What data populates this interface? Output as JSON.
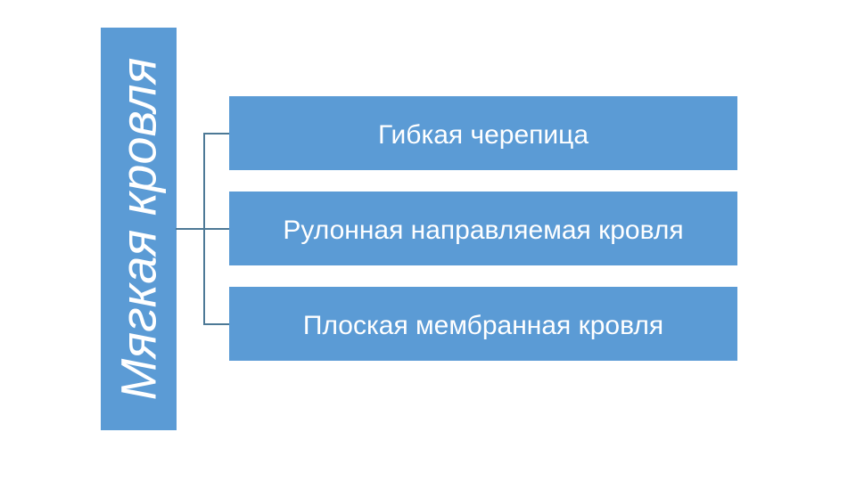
{
  "diagram": {
    "type": "hierarchy",
    "root": {
      "label": "Мягкая кровля"
    },
    "children": [
      {
        "label": "Гибкая черепица"
      },
      {
        "label": "Рулонная направляемая кровля"
      },
      {
        "label": "Плоская мембранная кровля"
      }
    ],
    "colors": {
      "node_fill": "#5b9bd5",
      "connector": "#4d7996",
      "text": "#ffffff",
      "background": "#ffffff"
    }
  }
}
